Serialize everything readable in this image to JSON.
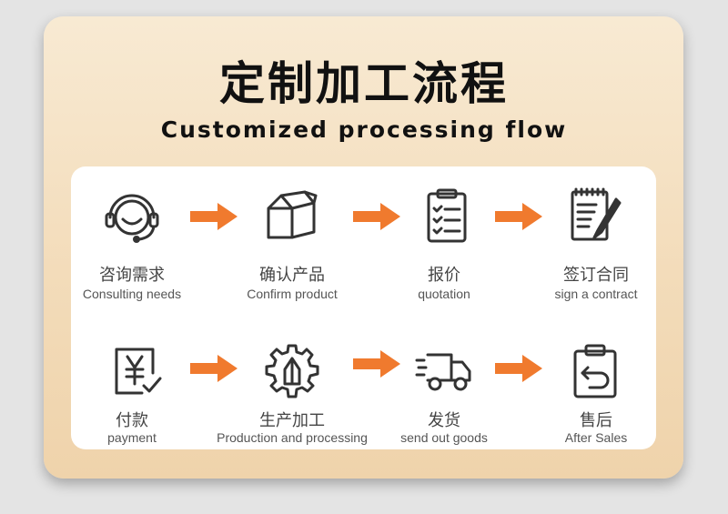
{
  "header": {
    "title_cn": "定制加工流程",
    "title_en": "Customized processing flow"
  },
  "steps": [
    {
      "cn": "咨询需求",
      "en": "Consulting needs",
      "icon": "headset-icon"
    },
    {
      "cn": "确认产品",
      "en": "Confirm product",
      "icon": "box-icon"
    },
    {
      "cn": "报价",
      "en": "quotation",
      "icon": "clipboard-checklist-icon"
    },
    {
      "cn": "签订合同",
      "en": "sign a contract",
      "icon": "contract-pen-icon"
    },
    {
      "cn": "付款",
      "en": "payment",
      "icon": "yen-payment-icon"
    },
    {
      "cn": "生产加工",
      "en": "Production and processing",
      "icon": "gear-icon"
    },
    {
      "cn": "发货",
      "en": "send out goods",
      "icon": "delivery-truck-icon"
    },
    {
      "cn": "售后",
      "en": "After Sales",
      "icon": "return-clipboard-icon"
    }
  ],
  "colors": {
    "arrow": "#f07a2e",
    "icon": "#333333",
    "card": "#f3dcba"
  }
}
